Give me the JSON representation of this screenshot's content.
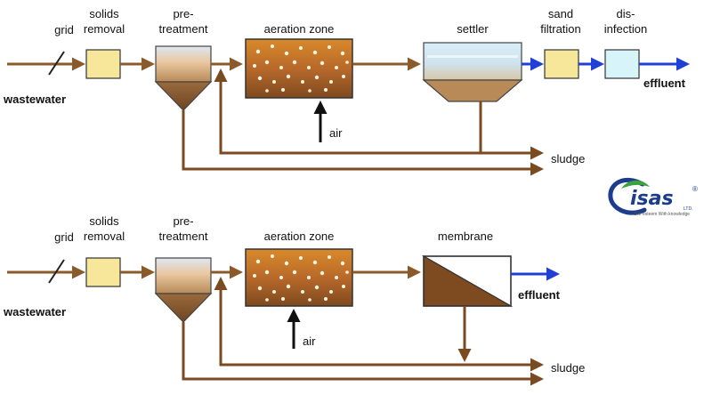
{
  "colors": {
    "pipe": "#8B5A2B",
    "clean": "#1F3FD6",
    "sludge": "#7A4A20",
    "box_yellow": "#F6E79A",
    "box_cyan": "#D7F4FA",
    "logo_blue": "#1C3C8C",
    "logo_green": "#3AA23F"
  },
  "top": {
    "grid": "grid",
    "solids_removal": [
      "solids",
      "removal"
    ],
    "pretreatment": [
      "pre-",
      "treatment"
    ],
    "aeration_zone": "aeration zone",
    "settler": "settler",
    "sand_filtration": [
      "sand",
      "filtration"
    ],
    "disinfection": [
      "dis-",
      "infection"
    ],
    "wastewater": "wastewater",
    "air": "air",
    "effluent": "effluent",
    "sludge": "sludge"
  },
  "bottom": {
    "grid": "grid",
    "solids_removal": [
      "solids",
      "removal"
    ],
    "pretreatment": [
      "pre-",
      "treatment"
    ],
    "aeration_zone": "aeration zone",
    "membrane": "membrane",
    "wastewater": "wastewater",
    "air": "air",
    "effluent": "effluent",
    "sludge": "sludge"
  },
  "logo": {
    "name": "isas",
    "ltd": "LTD.",
    "registered": "®",
    "tagline": "Self esteem With knowledge"
  }
}
